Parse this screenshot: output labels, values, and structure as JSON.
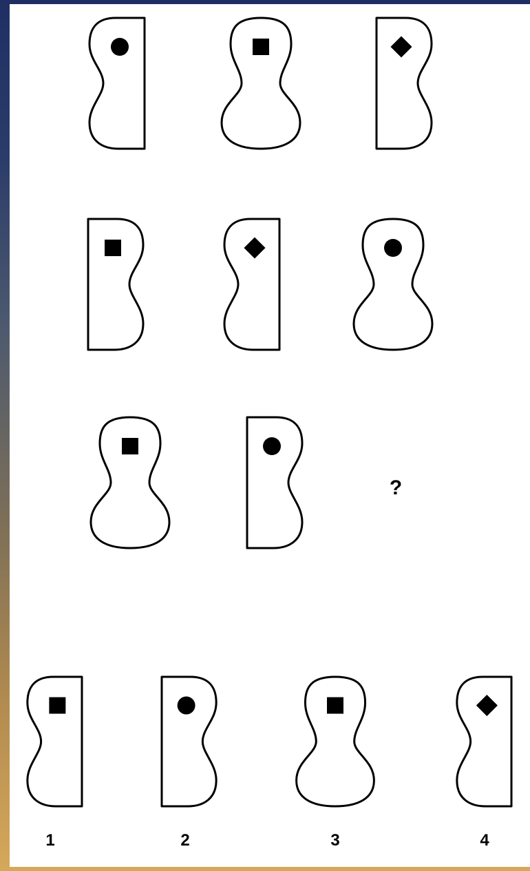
{
  "puzzle": {
    "question_mark": "?",
    "grid": [
      [
        {
          "shape": "left-half",
          "symbol": "circle"
        },
        {
          "shape": "full",
          "symbol": "square"
        },
        {
          "shape": "right-half",
          "symbol": "diamond"
        }
      ],
      [
        {
          "shape": "right-half",
          "symbol": "square"
        },
        {
          "shape": "left-half",
          "symbol": "diamond"
        },
        {
          "shape": "full",
          "symbol": "circle"
        }
      ],
      [
        {
          "shape": "full",
          "symbol": "square"
        },
        {
          "shape": "right-half",
          "symbol": "circle"
        },
        null
      ]
    ],
    "options": [
      {
        "label": "1",
        "shape": "left-half",
        "symbol": "square"
      },
      {
        "label": "2",
        "shape": "right-half",
        "symbol": "circle"
      },
      {
        "label": "3",
        "shape": "full",
        "symbol": "square"
      },
      {
        "label": "4",
        "shape": "left-half",
        "symbol": "diamond"
      }
    ]
  }
}
